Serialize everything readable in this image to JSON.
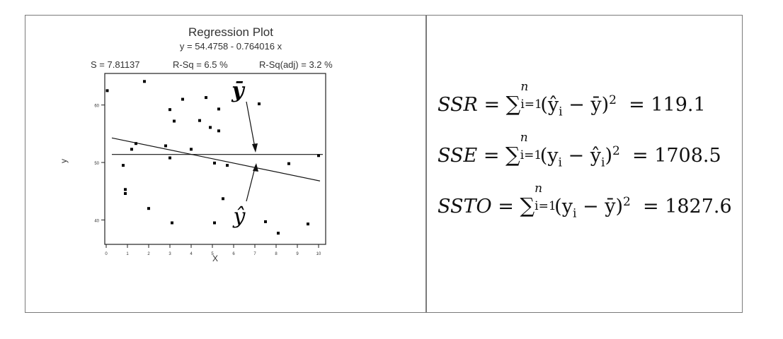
{
  "chart_data": {
    "type": "scatter",
    "title": "Regression Plot",
    "subtitle": "y = 54.4758 - 0.764016 x",
    "stats": [
      "S = 7.81137",
      "R-Sq = 6.5 %",
      "R-Sq(adj) = 3.2 %"
    ],
    "xlabel": "X",
    "ylabel": "y",
    "xlim": [
      0,
      10
    ],
    "ylim": [
      36,
      65
    ],
    "x_ticks": [
      0,
      1,
      2,
      3,
      4,
      5,
      6,
      7,
      8,
      9,
      10
    ],
    "x_tick_labels": [
      "0",
      "1",
      "2",
      "3",
      "4",
      "5",
      "6",
      "7",
      "8",
      "9",
      "10"
    ],
    "y_ticks": [
      40,
      50,
      60
    ],
    "y_tick_labels": [
      "40",
      "50",
      "60"
    ],
    "points": [
      {
        "x": 0.05,
        "y": 62.5
      },
      {
        "x": 0.8,
        "y": 49.5
      },
      {
        "x": 0.9,
        "y": 45.3
      },
      {
        "x": 0.9,
        "y": 44.6
      },
      {
        "x": 1.2,
        "y": 52.3
      },
      {
        "x": 1.4,
        "y": 53.3
      },
      {
        "x": 1.8,
        "y": 64.1
      },
      {
        "x": 2.0,
        "y": 42.0
      },
      {
        "x": 2.8,
        "y": 52.9
      },
      {
        "x": 3.0,
        "y": 59.2
      },
      {
        "x": 3.0,
        "y": 50.8
      },
      {
        "x": 3.1,
        "y": 39.5
      },
      {
        "x": 3.2,
        "y": 57.2
      },
      {
        "x": 3.6,
        "y": 61.0
      },
      {
        "x": 4.0,
        "y": 52.3
      },
      {
        "x": 4.4,
        "y": 57.3
      },
      {
        "x": 4.7,
        "y": 61.3
      },
      {
        "x": 4.9,
        "y": 56.1
      },
      {
        "x": 5.1,
        "y": 49.9
      },
      {
        "x": 5.1,
        "y": 39.5
      },
      {
        "x": 5.3,
        "y": 59.3
      },
      {
        "x": 5.3,
        "y": 55.5
      },
      {
        "x": 5.5,
        "y": 43.7
      },
      {
        "x": 5.7,
        "y": 49.5
      },
      {
        "x": 7.2,
        "y": 60.2
      },
      {
        "x": 7.5,
        "y": 39.7
      },
      {
        "x": 8.1,
        "y": 37.7
      },
      {
        "x": 8.6,
        "y": 49.8
      },
      {
        "x": 9.5,
        "y": 39.3
      },
      {
        "x": 10.0,
        "y": 51.2
      }
    ],
    "fit_line": {
      "intercept": 54.4758,
      "slope": -0.764016
    },
    "mean_y": 51.4,
    "annotations": [
      {
        "label": "ȳ",
        "target": "mean-line"
      },
      {
        "label": "ŷ",
        "target": "fit-line"
      }
    ]
  },
  "equations": [
    {
      "lhs": "SSR",
      "sum_upper": "n",
      "sum_lower": "i=1",
      "term_a": "(ŷ",
      "term_a_sub": "i",
      "term_b": " − ȳ)",
      "power": "2",
      "result": "119.1"
    },
    {
      "lhs": "SSE",
      "sum_upper": "n",
      "sum_lower": "i=1",
      "term_a": "(y",
      "term_a_sub": "i",
      "term_b": " − ŷ",
      "term_b_sub": "i",
      "term_c": ")",
      "power": "2",
      "result": "1708.5"
    },
    {
      "lhs": "SSTO",
      "sum_upper": "n",
      "sum_lower": "i=1",
      "term_a": "(y",
      "term_a_sub": "i",
      "term_b": " − ȳ)",
      "power": "2",
      "result": "1827.6"
    }
  ]
}
